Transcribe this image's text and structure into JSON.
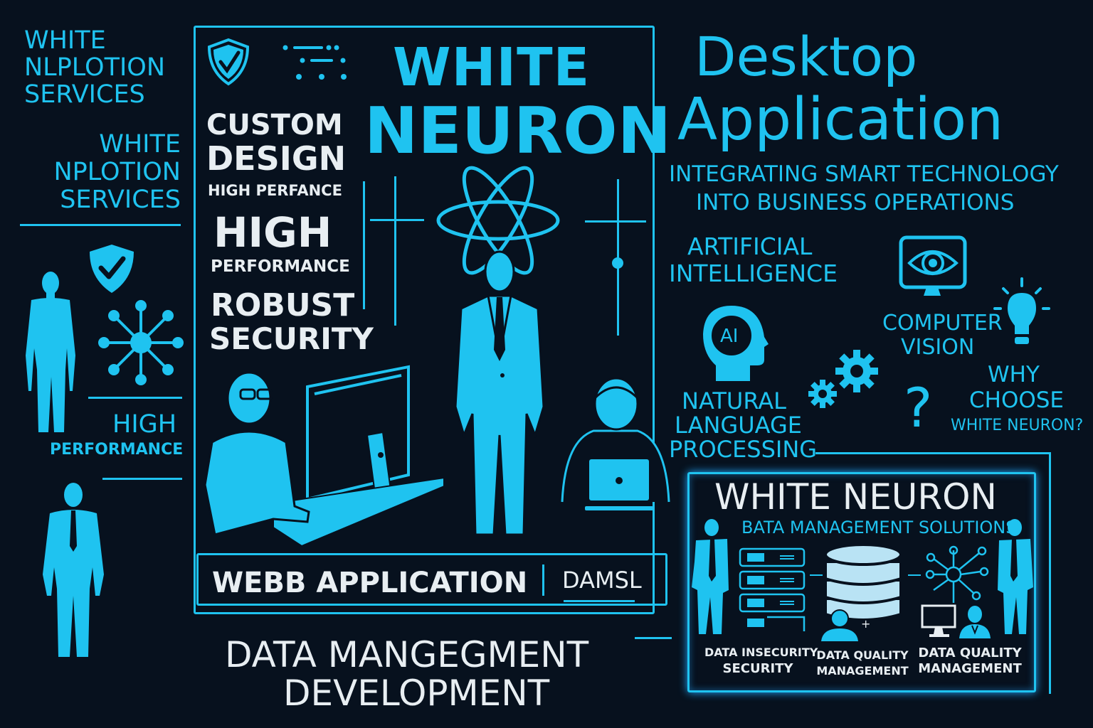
{
  "left_column": {
    "block1": [
      "WHITE",
      "NLPLOTION",
      "SERVICES"
    ],
    "block2": [
      "WHITE",
      "NPLOTION",
      "SERVICES"
    ],
    "high_title": "HIGH",
    "high_sub": "PERFORMANCE"
  },
  "center_panel": {
    "brand_line1": "WHITE",
    "brand_line2": "NEURON",
    "features": {
      "custom": "CUSTOM",
      "design": "DESIGN",
      "high_perfance": "HIGH PERFANCE",
      "high": "HIGH",
      "performance": "PERFORMANCE",
      "robust": "ROBUST",
      "security": "SECURITY"
    },
    "footer_left": "WEBB APPLICATION",
    "footer_right": "DAMSL"
  },
  "bottom_heading": {
    "line1": "DATA MANGEGMENT",
    "line2": "DEVELOPMENT"
  },
  "right_column": {
    "title_line1": "Desktop",
    "title_line2": "Application",
    "subtitle_line1": "INTEGRATING SMART TECHNOLOGY",
    "subtitle_line2": "INTO BUSINESS OPERATIONS",
    "ai_line1": "ARTIFICIAL",
    "ai_line2": "INTELLIGENCE",
    "ai_badge": "AI",
    "nlp_line1": "NATURAL",
    "nlp_line2": "LANGUAGE",
    "nlp_line3": "PROCESSING",
    "cv_line1": "COMPUTER",
    "cv_line2": "VISION",
    "why_line1": "WHY",
    "why_line2": "CHOOSE",
    "why_line3": "WHITE NEURON?",
    "question_mark": "?"
  },
  "data_panel": {
    "title": "WHITE NEURON",
    "subtitle": "BATA MANAGEMENT SOLUTIONS",
    "plus": "+",
    "captions": [
      {
        "line1": "DATA INSECURITY",
        "line2": "SECURITY"
      },
      {
        "line1": "DATA QUALITY",
        "line2": "MANAGEMENT"
      },
      {
        "line1": "DATA QUALITY",
        "line2": "MANAGEMENT"
      }
    ]
  },
  "colors": {
    "background": "#07111e",
    "accent": "#1fc3f0",
    "text_white": "#e8eef2"
  }
}
